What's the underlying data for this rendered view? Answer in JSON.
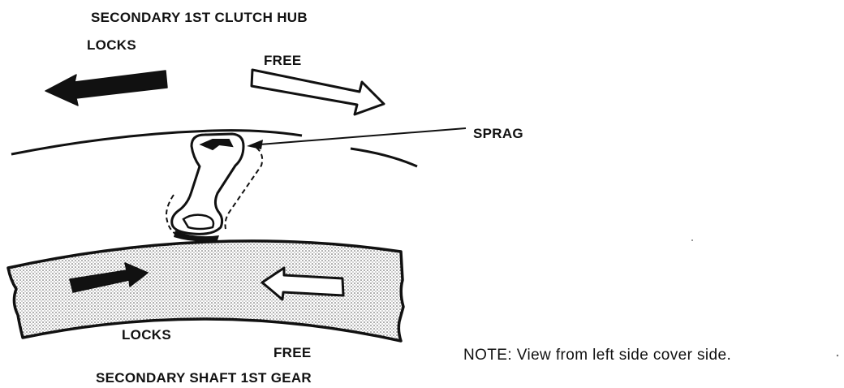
{
  "labels": {
    "top_title": "SECONDARY 1ST CLUTCH HUB",
    "top_locks": "LOCKS",
    "top_free": "FREE",
    "sprag": "SPRAG",
    "bottom_locks": "LOCKS",
    "bottom_free": "FREE",
    "bottom_title": "SECONDARY SHAFT 1ST GEAR",
    "note": "NOTE:  View from left side cover side."
  },
  "colors": {
    "ink": "#111111",
    "gear_fill": "#d9d9d9",
    "background": "#ffffff"
  },
  "icons": {
    "locks_arrow_top": "solid-arrow-left",
    "free_arrow_top": "hollow-arrow-right",
    "locks_arrow_bottom": "solid-arrow-right",
    "free_arrow_bottom": "hollow-arrow-left"
  }
}
